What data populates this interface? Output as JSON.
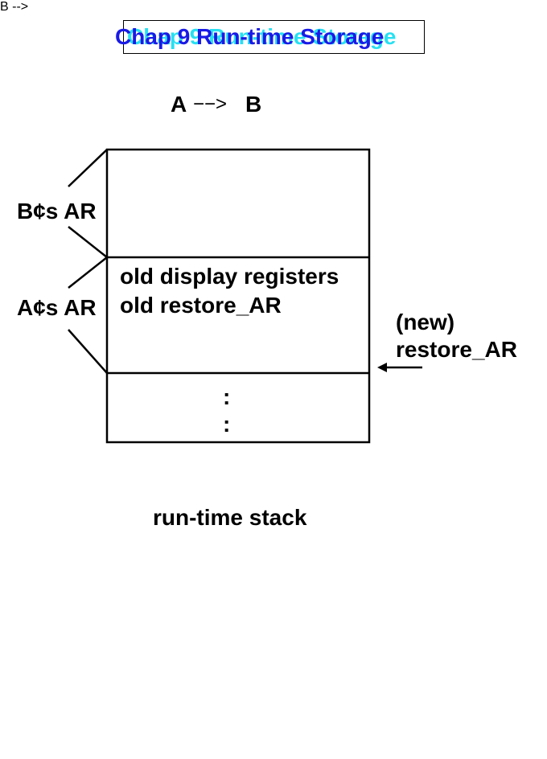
{
  "title": "Chap 9   Run-time Storage",
  "relation": {
    "from": "A",
    "to": "B",
    "arrow_glyph": "−−>"
  },
  "stack": {
    "b_ar_label": "B¢s AR",
    "a_ar_label": "A¢s AR",
    "middle_lines": [
      "old display registers",
      "old restore_AR"
    ],
    "ellipsis": [
      ":",
      ":"
    ],
    "pointer_label": [
      "(new)",
      "restore_AR"
    ],
    "caption": "run-time stack"
  },
  "colors": {
    "title": "#1a1ae6",
    "title_shadow": "#27e0f2",
    "lines": "#000000"
  }
}
